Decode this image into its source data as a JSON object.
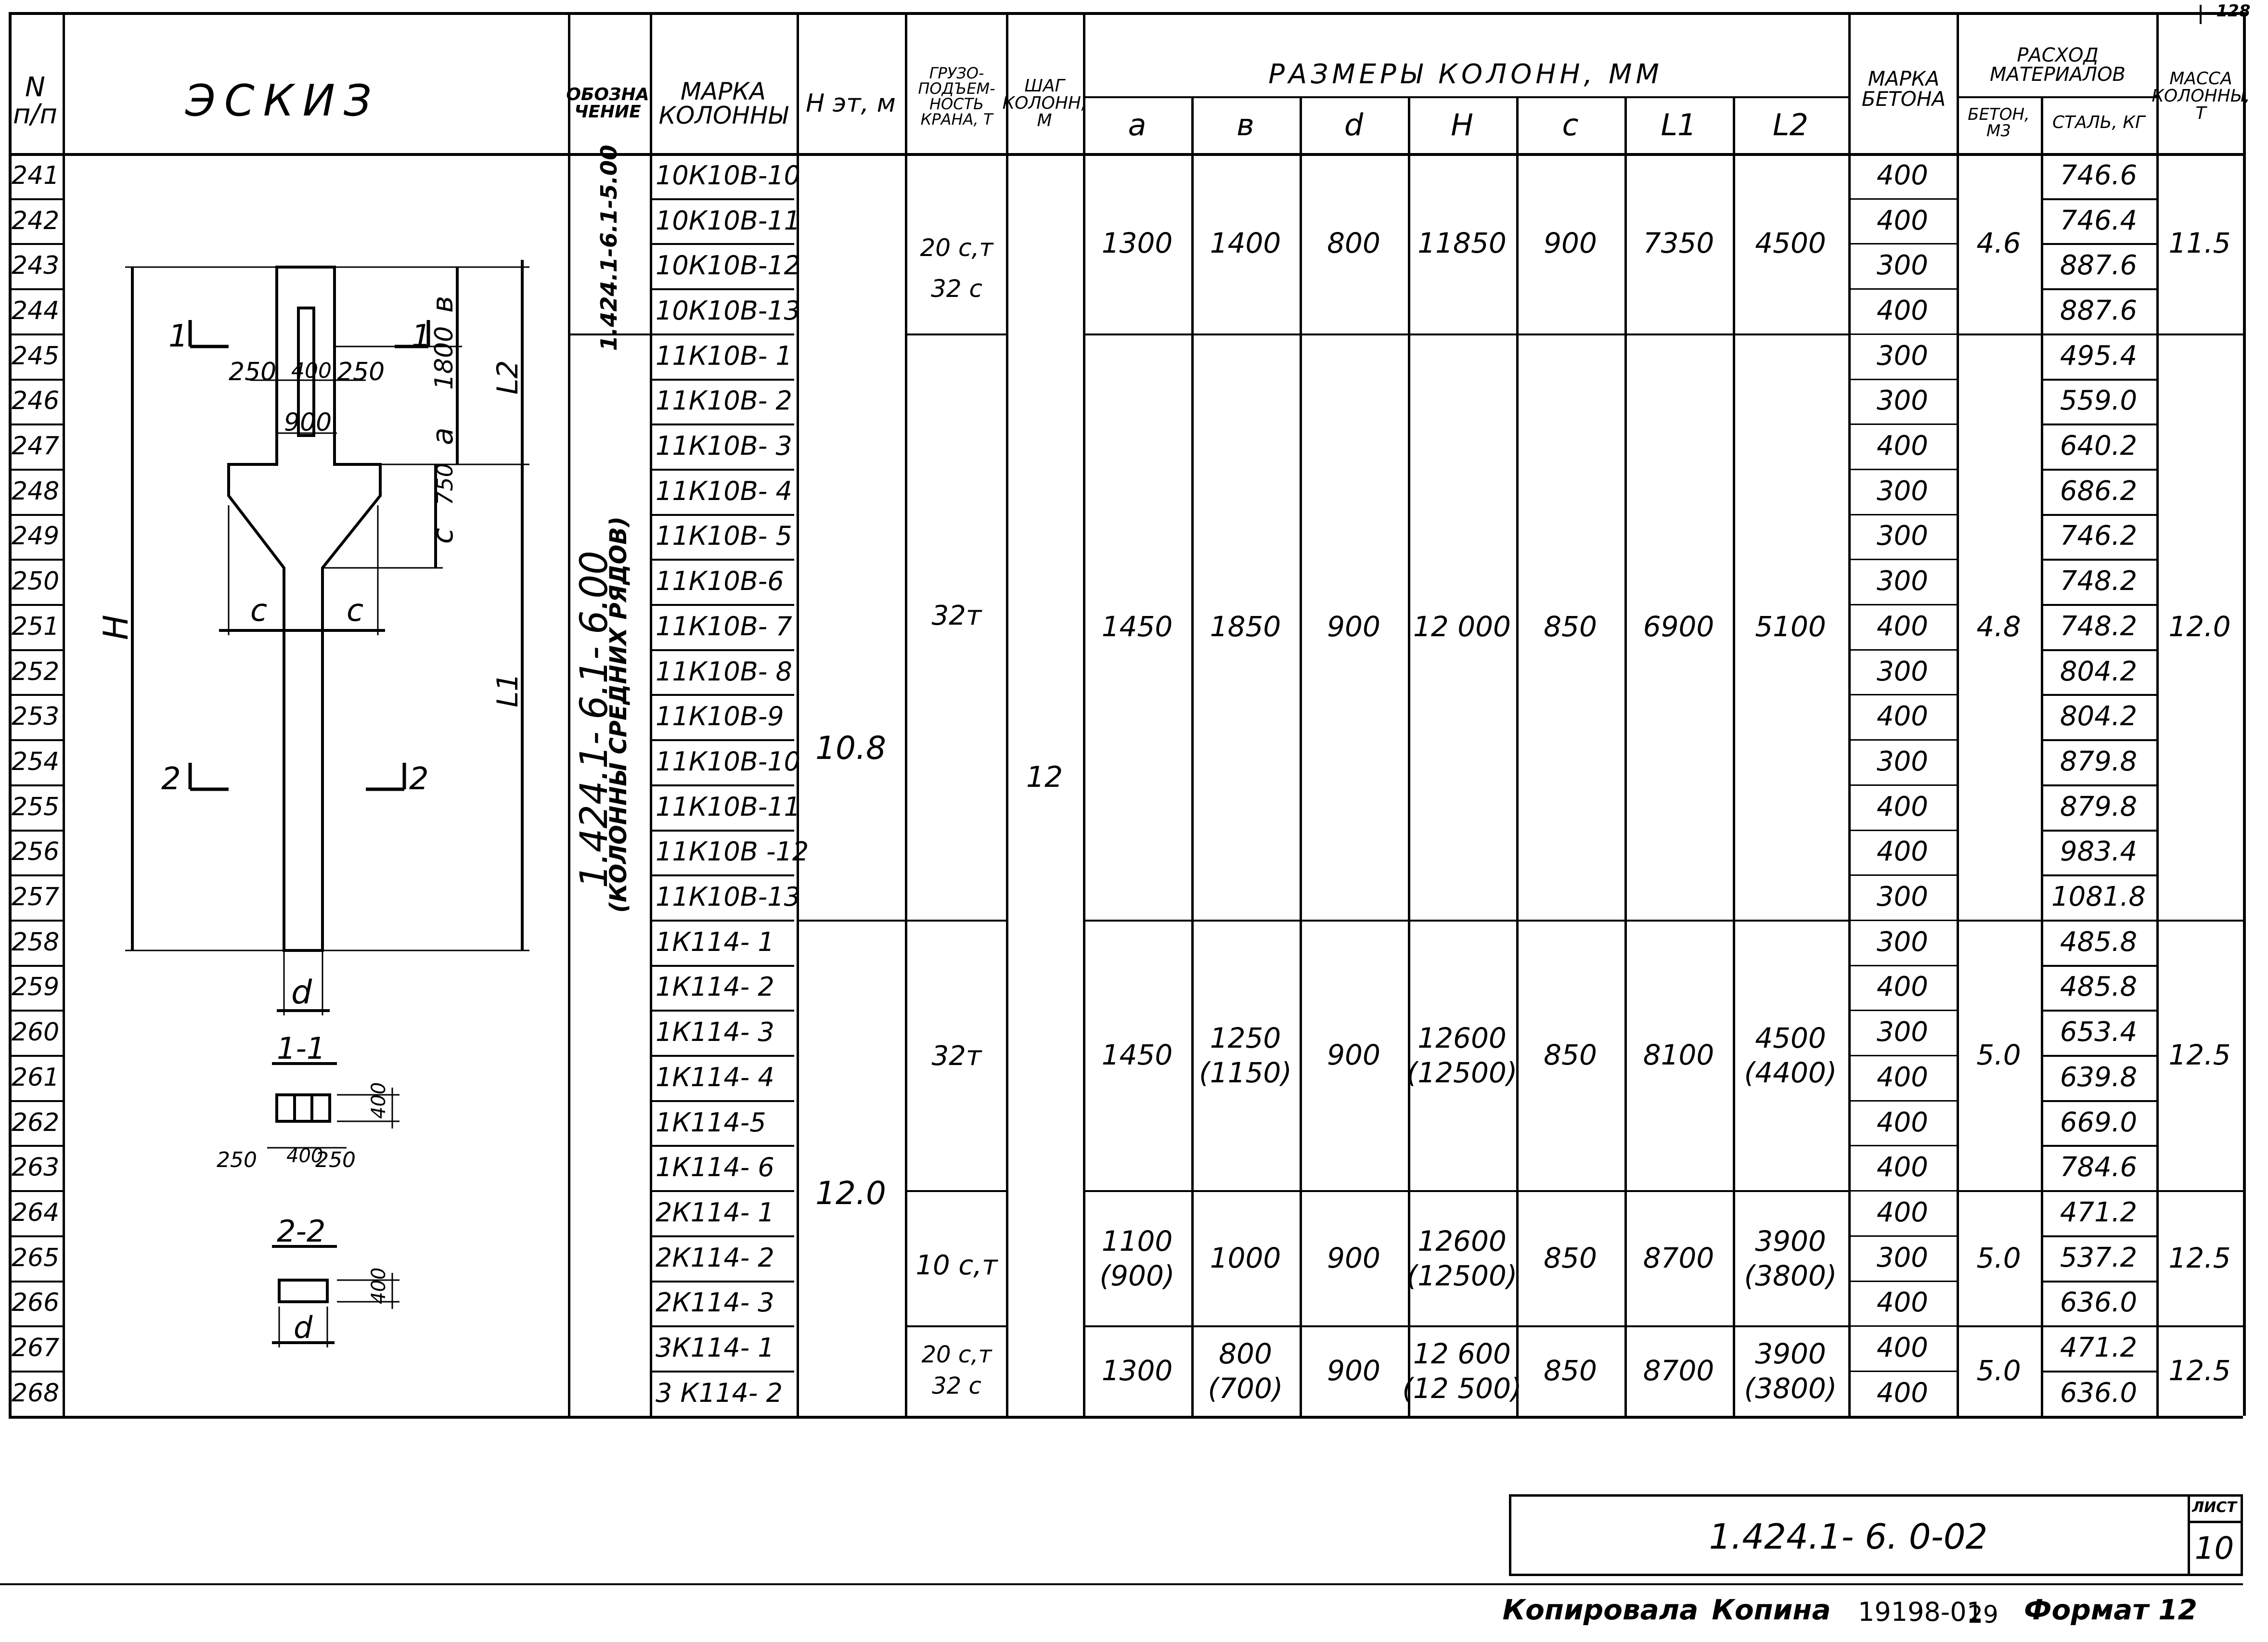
{
  "sheet_corner_number": "128",
  "header": {
    "num": "N п/п",
    "sketch": "ЭСКИЗ",
    "designation": "ОБОЗНА ЧЕНИЕ",
    "mark": "МАРКА КОЛОННЫ",
    "floor_h": "H эт, м",
    "crane": "ГРУЗО- ПОДЪЕМ- НОСТЬ КРАНА, Т",
    "step": "ШАГ КОЛОНН, М",
    "sizes": "РАЗМЕРЫ КОЛОНН, ММ",
    "size_cols": [
      "a",
      "в",
      "d",
      "H",
      "c",
      "L1",
      "L2"
    ],
    "concrete_mark": "МАРКА БЕТОНА",
    "materials": "РАСХОД МАТЕРИАЛОВ",
    "concrete": "БЕТОН, М3",
    "steel": "СТАЛЬ, КГ",
    "mass": "МАССА КОЛОННЫ, Т"
  },
  "rows": [
    {
      "n": "241",
      "mark": "10К10В-10",
      "beton": "400",
      "stal": "746.6"
    },
    {
      "n": "242",
      "mark": "10К10В-11",
      "beton": "400",
      "stal": "746.4"
    },
    {
      "n": "243",
      "mark": "10К10В-12",
      "beton": "300",
      "stal": "887.6"
    },
    {
      "n": "244",
      "mark": "10К10В-13",
      "beton": "400",
      "stal": "887.6"
    },
    {
      "n": "245",
      "mark": "11К10В- 1",
      "beton": "300",
      "stal": "495.4"
    },
    {
      "n": "246",
      "mark": "11К10В- 2",
      "beton": "300",
      "stal": "559.0"
    },
    {
      "n": "247",
      "mark": "11К10В- 3",
      "beton": "400",
      "stal": "640.2"
    },
    {
      "n": "248",
      "mark": "11К10В- 4",
      "beton": "300",
      "stal": "686.2"
    },
    {
      "n": "249",
      "mark": "11К10В- 5",
      "beton": "300",
      "stal": "746.2"
    },
    {
      "n": "250",
      "mark": "11К10В-6",
      "beton": "300",
      "stal": "748.2"
    },
    {
      "n": "251",
      "mark": "11К10В- 7",
      "beton": "400",
      "stal": "748.2"
    },
    {
      "n": "252",
      "mark": "11К10В- 8",
      "beton": "300",
      "stal": "804.2"
    },
    {
      "n": "253",
      "mark": "11К10В-9",
      "beton": "400",
      "stal": "804.2"
    },
    {
      "n": "254",
      "mark": "11К10В-10",
      "beton": "300",
      "stal": "879.8"
    },
    {
      "n": "255",
      "mark": "11К10В-11",
      "beton": "400",
      "stal": "879.8"
    },
    {
      "n": "256",
      "mark": "11К10В -12",
      "beton": "400",
      "stal": "983.4"
    },
    {
      "n": "257",
      "mark": "11К10В-13",
      "beton": "300",
      "stal": "1081.8"
    },
    {
      "n": "258",
      "mark": "1К114- 1",
      "beton": "300",
      "stal": "485.8"
    },
    {
      "n": "259",
      "mark": "1К114- 2",
      "beton": "400",
      "stal": "485.8"
    },
    {
      "n": "260",
      "mark": "1К114- 3",
      "beton": "300",
      "stal": "653.4"
    },
    {
      "n": "261",
      "mark": "1К114- 4",
      "beton": "400",
      "stal": "639.8"
    },
    {
      "n": "262",
      "mark": "1К114-5",
      "beton": "400",
      "stal": "669.0"
    },
    {
      "n": "263",
      "mark": "1К114- 6",
      "beton": "400",
      "stal": "784.6"
    },
    {
      "n": "264",
      "mark": "2К114- 1",
      "beton": "400",
      "stal": "471.2"
    },
    {
      "n": "265",
      "mark": "2К114- 2",
      "beton": "300",
      "stal": "537.2"
    },
    {
      "n": "266",
      "mark": "2К114- 3",
      "beton": "400",
      "stal": "636.0"
    },
    {
      "n": "267",
      "mark": "3К114- 1",
      "beton": "400",
      "stal": "471.2"
    },
    {
      "n": "268",
      "mark": "3 К114- 2",
      "beton": "400",
      "stal": "636.0"
    }
  ],
  "designation_1": "1.424.1-6.1-5.00",
  "designation_2a": "1.424.1- 6.1- 6.00",
  "designation_2b": "(КОЛОННЫ СРЕДНИХ РЯДОВ)",
  "floor_heights": [
    "10.8",
    "12.0"
  ],
  "step_value": "12",
  "crane": {
    "g1a": "20 с,т",
    "g1b": "32 с",
    "g2": "32т",
    "g3": "32т",
    "g4": "10 с,т",
    "g5a": "20 с,т",
    "g5b": "32 с"
  },
  "groups": [
    {
      "a": "1300",
      "b": "1400",
      "d": "800",
      "H": "11850",
      "c": "900",
      "L1": "7350",
      "L2": "4500",
      "vol": "4.6",
      "mass": "11.5"
    },
    {
      "a": "1450",
      "b": "1850",
      "d": "900",
      "H": "12 000",
      "c": "850",
      "L1": "6900",
      "L2": "5100",
      "vol": "4.8",
      "mass": "12.0"
    },
    {
      "a": "1450",
      "b": "1250",
      "b2": "(1150)",
      "d": "900",
      "H": "12600",
      "H2": "(12500)",
      "c": "850",
      "L1": "8100",
      "L2": "4500",
      "L22": "(4400)",
      "vol": "5.0",
      "mass": "12.5"
    },
    {
      "a": "1100",
      "a2": "(900)",
      "b": "1000",
      "d": "900",
      "H": "12600",
      "H2": "(12500)",
      "c": "850",
      "L1": "8700",
      "L2": "3900",
      "L22": "(3800)",
      "vol": "5.0",
      "mass": "12.5"
    },
    {
      "a": "1300",
      "b": "800",
      "b2": "(700)",
      "d": "900",
      "H": "12 600",
      "H2": "(12 500)",
      "c": "850",
      "L1": "8700",
      "L2": "3900",
      "L22": "(3800)",
      "vol": "5.0",
      "mass": "12.5"
    }
  ],
  "sketch": {
    "dim_250a": "250",
    "dim_400": "400",
    "dim_250b": "250",
    "dim_900": "900",
    "dim_1800": "1800",
    "dim_750": "750",
    "lbl_v": "в",
    "lbl_a": "a",
    "lbl_c1": "c",
    "lbl_c2": "c",
    "lbl_c3": "c",
    "lbl_H": "H",
    "lbl_L1": "L1",
    "lbl_L2": "L2",
    "lbl_d": "d",
    "cut1a": "1",
    "cut1b": "1",
    "cut2a": "2",
    "cut2b": "2",
    "sec11": "1-1",
    "sec22": "2-2",
    "s_400a": "400",
    "s_250a": "250",
    "s_400b": "400",
    "s_250b": "250",
    "s_400c": "400",
    "s_d": "d"
  },
  "stamp": {
    "code": "1.424.1- 6. 0-02",
    "list_label": "ЛИСТ",
    "list_num": "10"
  },
  "footer": {
    "copied": "Копировала",
    "name": "Копина",
    "order": "19198-01",
    "num": "29",
    "format": "Формат 12"
  }
}
